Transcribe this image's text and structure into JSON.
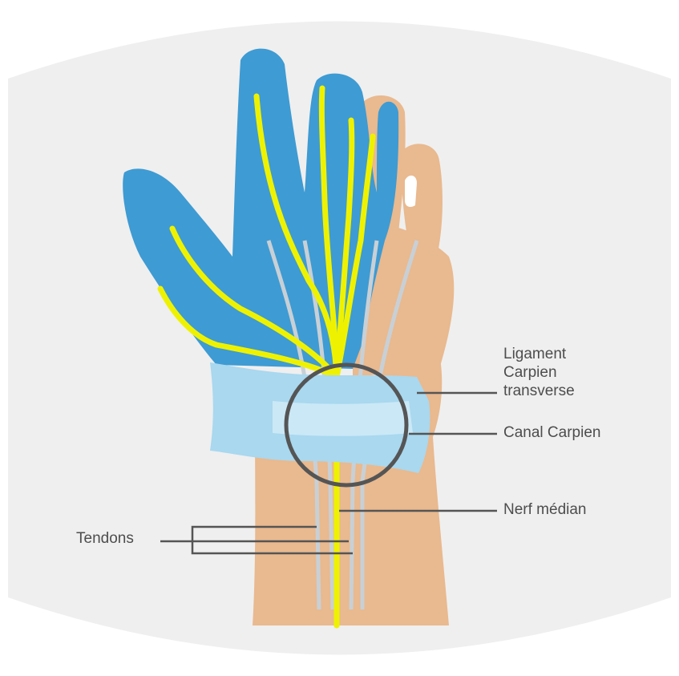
{
  "labels": {
    "ligament": [
      "Ligament",
      "Carpien",
      "transverse"
    ],
    "canal": "Canal Carpien",
    "nerf": "Nerf médian",
    "tendons": "Tendons"
  },
  "colors": {
    "background": "#efefef",
    "skin": "#e9b98f",
    "hand_blue": "#3e9bd3",
    "nerve": "#eef200",
    "ligament": "#a9d8ef",
    "leader": "#555555"
  }
}
